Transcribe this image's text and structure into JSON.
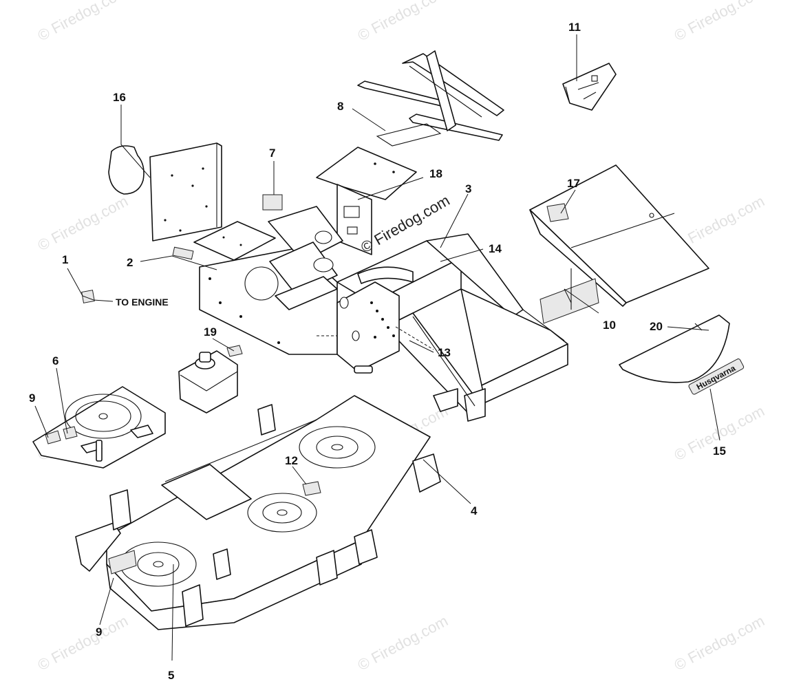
{
  "watermark_text": "© Firedog.com",
  "center_watermark_text": "© Firedog.com",
  "note_to_engine": "TO ENGINE",
  "brand_decal": "Husqvarna",
  "callouts": {
    "c1": "1",
    "c2": "2",
    "c3": "3",
    "c4": "4",
    "c5": "5",
    "c6": "6",
    "c7": "7",
    "c8": "8",
    "c9a": "9",
    "c9b": "9",
    "c10": "10",
    "c11": "11",
    "c12": "12",
    "c13": "13",
    "c14": "14",
    "c15": "15",
    "c16": "16",
    "c17": "17",
    "c18": "18",
    "c19": "19",
    "c20": "20"
  }
}
